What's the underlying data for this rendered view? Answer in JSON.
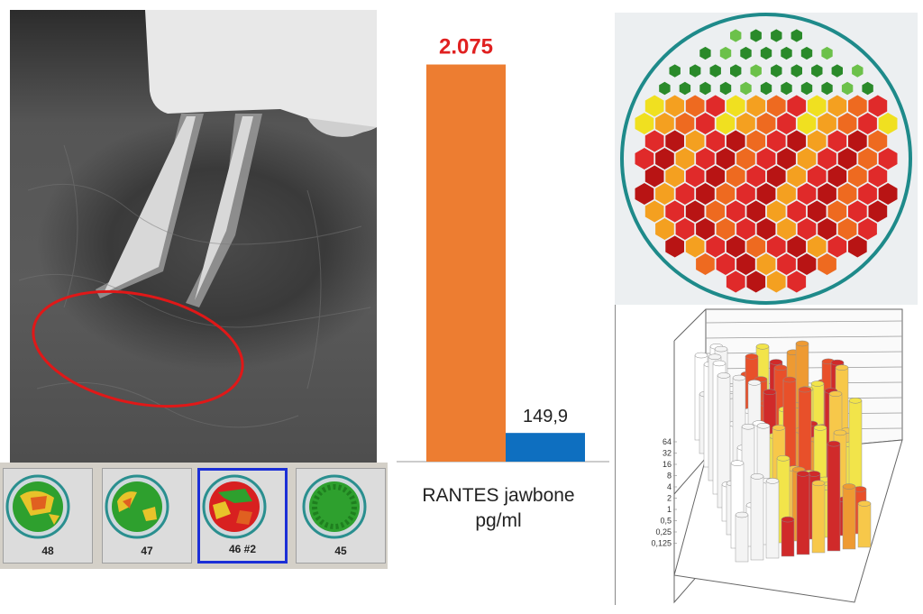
{
  "chart_data": {
    "type": "bar",
    "categories": [
      "",
      ""
    ],
    "values": [
      2075,
      149.9
    ],
    "value_labels": [
      "2.075",
      "149,9"
    ],
    "colors": [
      "#ed7d31",
      "#0e6fc0"
    ],
    "value_label_colors": [
      "#e02020",
      "#222222"
    ],
    "xlabel": "RANTES jawbone\npg/ml",
    "ylim": [
      0,
      2200
    ]
  },
  "caption": {
    "line1": "RANTES jawbone",
    "line2": "pg/ml"
  },
  "thumbnails": [
    {
      "label": "48",
      "selected": false
    },
    {
      "label": "47",
      "selected": false
    },
    {
      "label": "46 #2",
      "selected": true
    },
    {
      "label": "45",
      "selected": false
    }
  ],
  "plot3d": {
    "tick_labels": [
      "64",
      "32",
      "16",
      "8",
      "4",
      "2",
      "1",
      "0,5",
      "0,25",
      "0,125"
    ]
  },
  "colors": {
    "xray_marker": "#e01818",
    "selection_border": "#1c2fd6",
    "hex_outline": "#1e8a8a"
  }
}
